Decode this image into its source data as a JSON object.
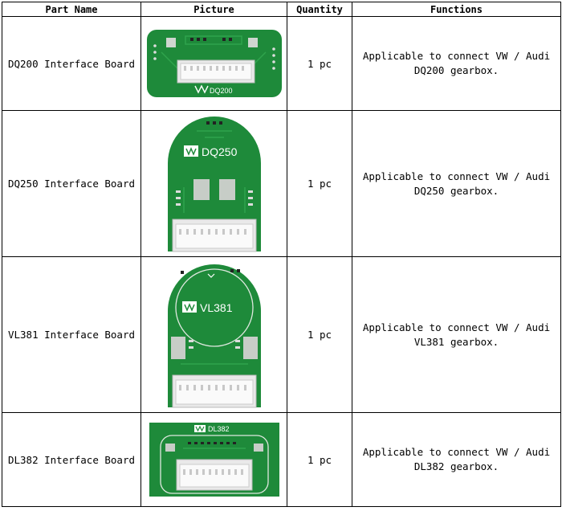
{
  "table": {
    "headers": {
      "part_name": "Part Name",
      "picture": "Picture",
      "quantity": "Quantity",
      "functions": "Functions"
    },
    "rows": [
      {
        "part_name": "DQ200 Interface Board",
        "board_label": "DQ200",
        "quantity": "1 pc",
        "function": "Applicable to connect VW / Audi DQ200 gearbox."
      },
      {
        "part_name": "DQ250 Interface Board",
        "board_label": "DQ250",
        "quantity": "1 pc",
        "function": "Applicable to connect VW / Audi DQ250 gearbox."
      },
      {
        "part_name": "VL381 Interface Board",
        "board_label": "VL381",
        "quantity": "1 pc",
        "function": "Applicable to connect VW / Audi VL381 gearbox."
      },
      {
        "part_name": "DL382 Interface Board",
        "board_label": "DL382",
        "quantity": "1 pc",
        "function": "Applicable to connect VW / Audi DL382 gearbox."
      }
    ]
  },
  "colors": {
    "pcb_green": "#1e8a3a",
    "pcb_trace": "#2fa34c",
    "silkscreen": "#ffffff",
    "connector": "#e9e9e9"
  }
}
